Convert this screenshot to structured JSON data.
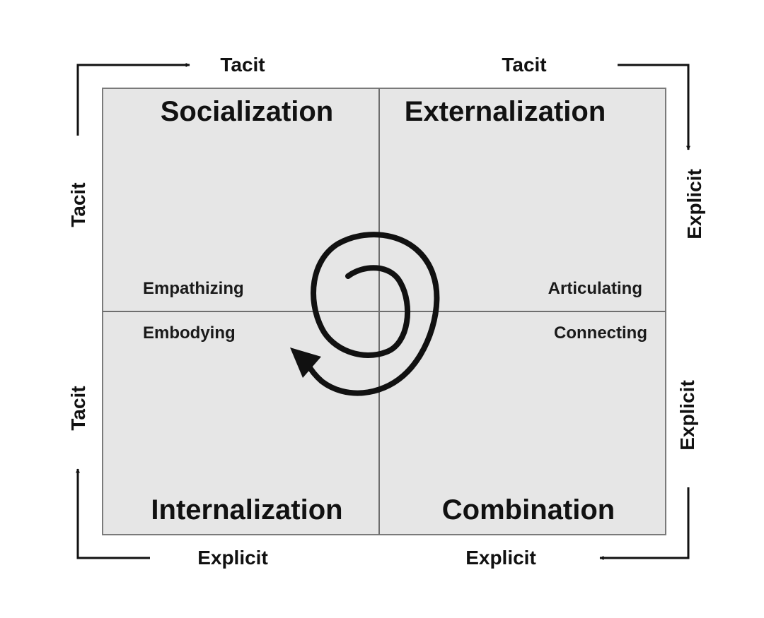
{
  "quadrants": {
    "top_left": {
      "title": "Socialization",
      "activity": "Empathizing"
    },
    "top_right": {
      "title": "Externalization",
      "activity": "Articulating"
    },
    "bottom_left": {
      "title": "Internalization",
      "activity": "Embodying"
    },
    "bottom_right": {
      "title": "Combination",
      "activity": "Connecting"
    }
  },
  "edges": {
    "top_left": "Tacit",
    "top_right": "Tacit",
    "bottom_left": "Explicit",
    "bottom_right": "Explicit",
    "left_top": "Tacit",
    "left_bottom": "Tacit",
    "right_top": "Explicit",
    "right_bottom": "Explicit"
  },
  "colors": {
    "quadrant_fill": "#e6e6e6",
    "quadrant_border": "#7a7a7a",
    "ink": "#111111"
  }
}
